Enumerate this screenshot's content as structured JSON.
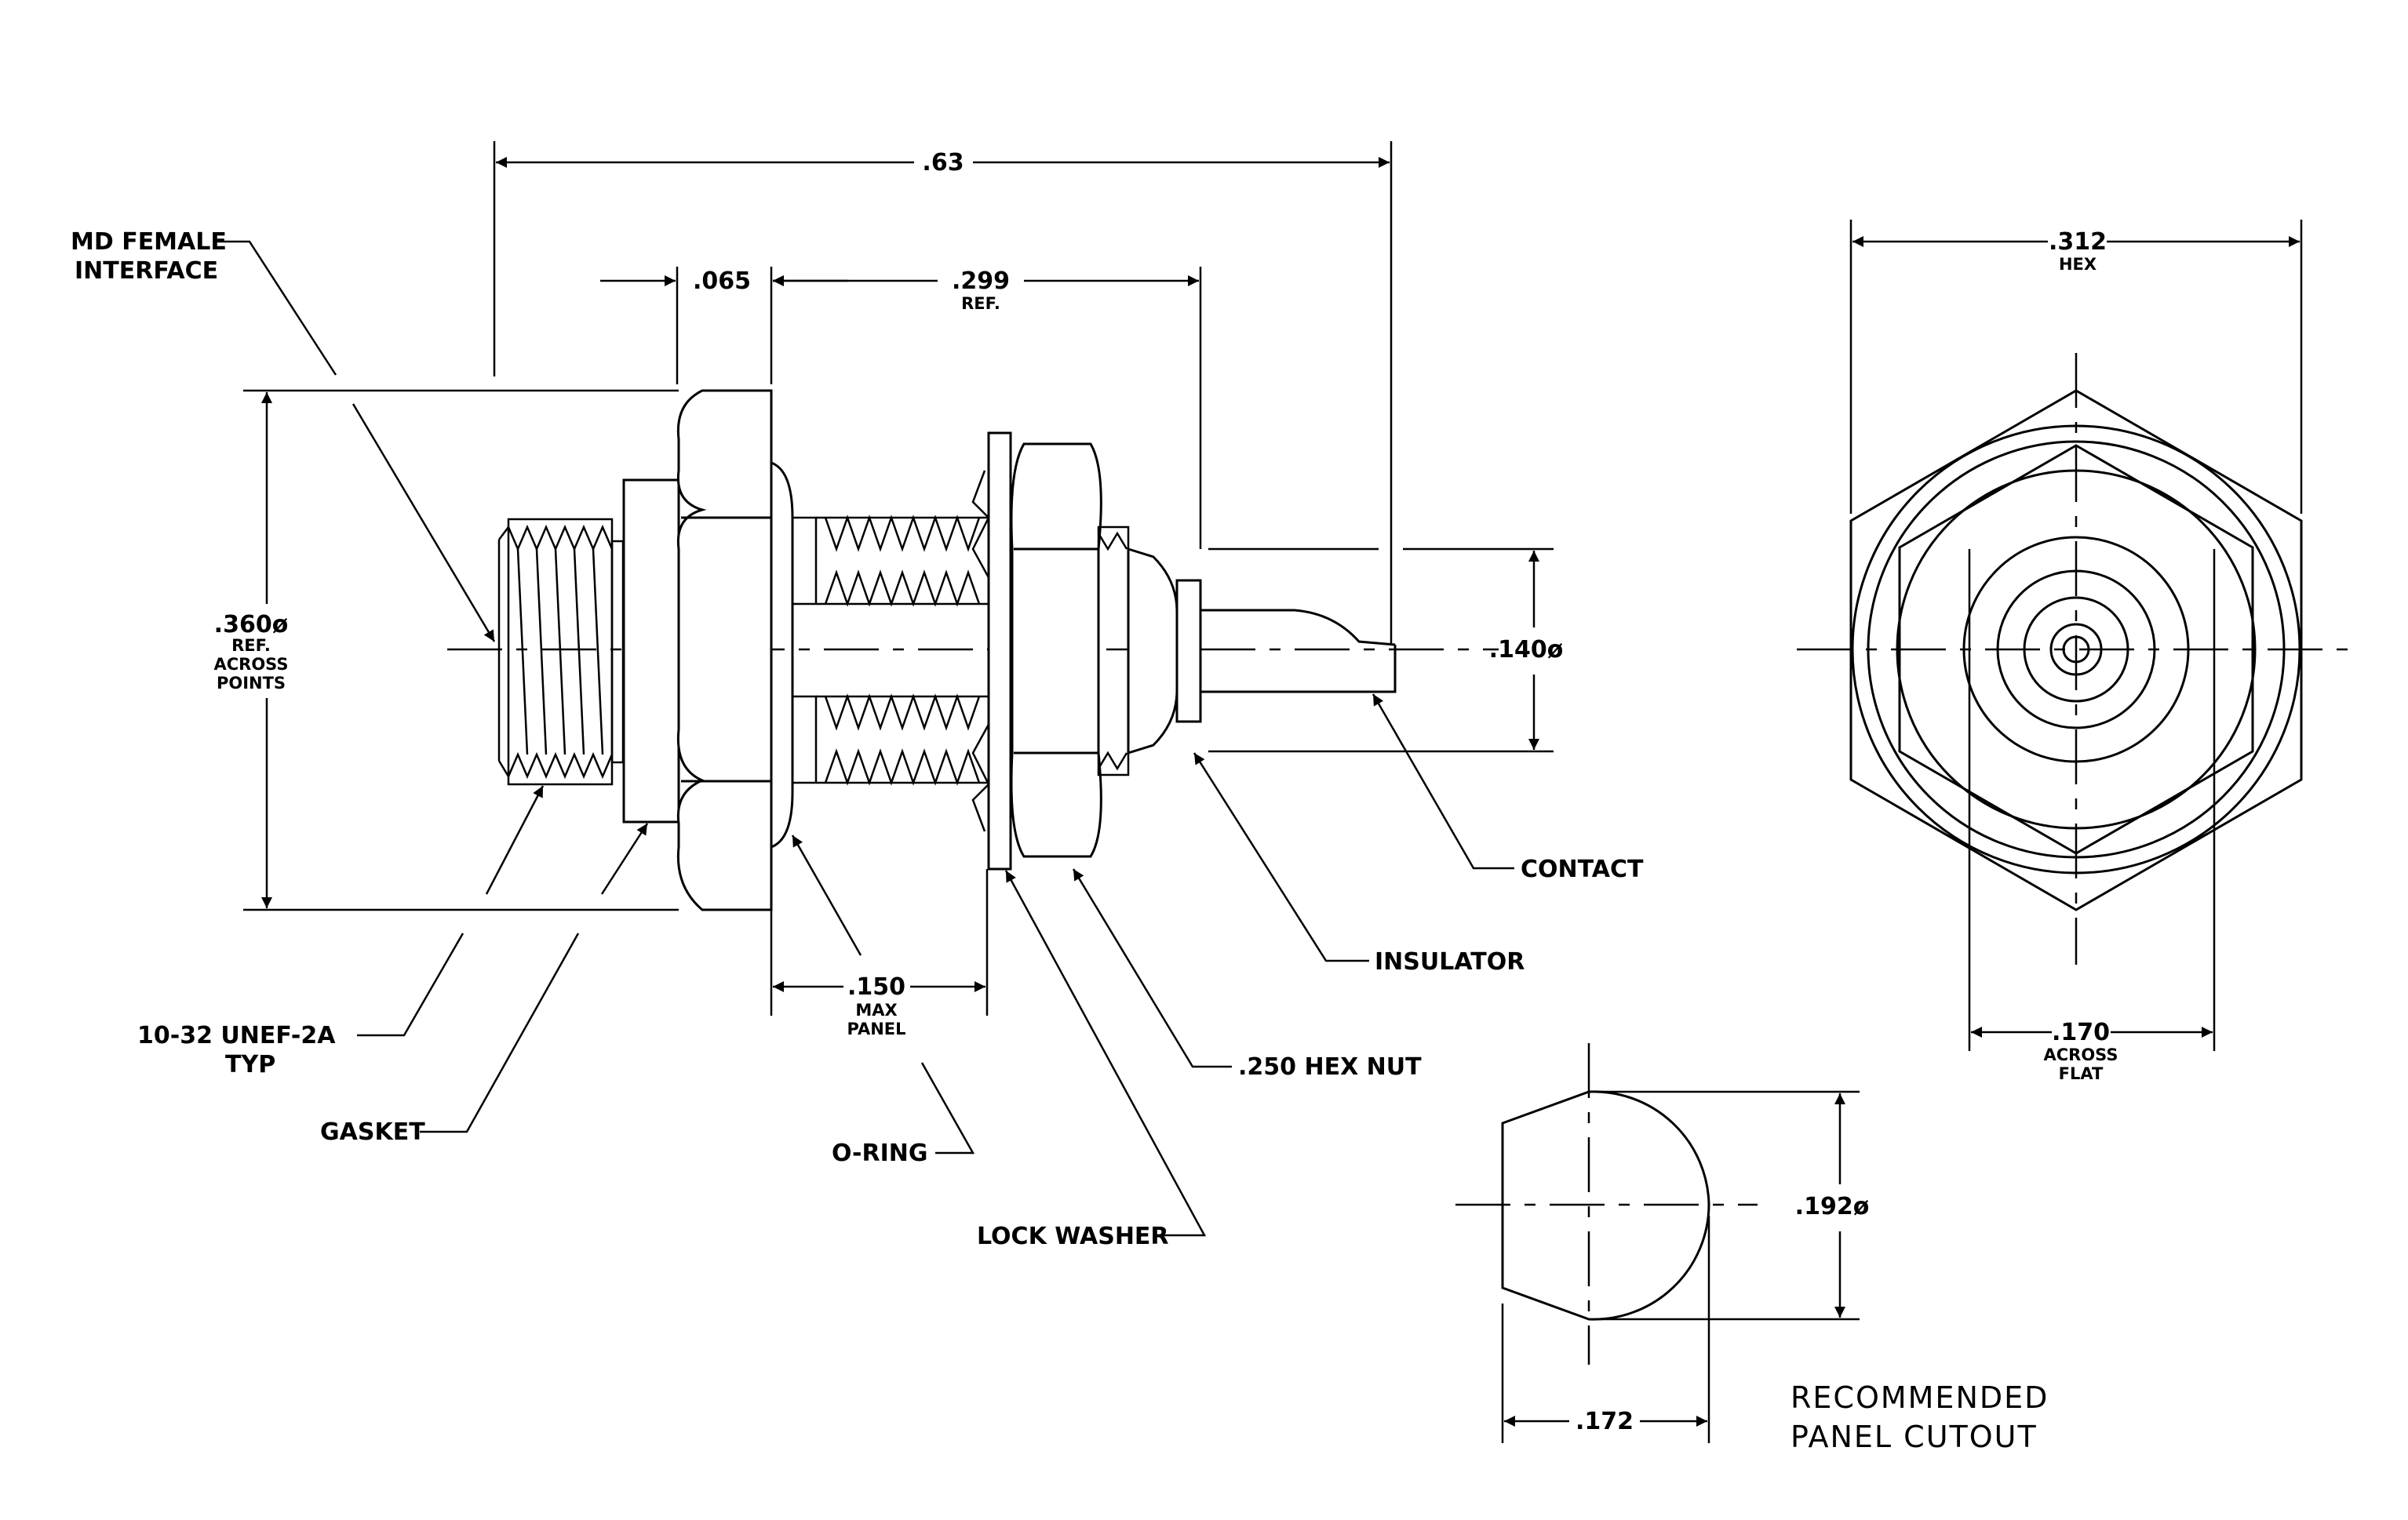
{
  "labels": {
    "md_female_interface_l1": "MD FEMALE",
    "md_female_interface_l2": "INTERFACE",
    "thread_l1": "10-32 UNEF-2A",
    "thread_l2": "TYP",
    "gasket": "GASKET",
    "o_ring": "O-RING",
    "lock_washer": "LOCK WASHER",
    "hex_nut": ".250 HEX NUT",
    "insulator": "INSULATOR",
    "contact": "CONTACT",
    "panel_cutout_l1": "RECOMMENDED",
    "panel_cutout_l2": "PANEL CUTOUT"
  },
  "dimensions": {
    "overall_length": ".63",
    "flange_thickness": ".065",
    "body_length_value": ".299",
    "body_length_note": "REF.",
    "across_points_value": ".360ø",
    "across_points_n1": "REF.",
    "across_points_n2": "ACROSS",
    "across_points_n3": "POINTS",
    "contact_diameter": ".140ø",
    "max_panel_value": ".150",
    "max_panel_n1": "MAX",
    "max_panel_n2": "PANEL",
    "hex_value": ".312",
    "hex_note": "HEX",
    "across_flat_value": ".170",
    "across_flat_n1": "ACROSS",
    "across_flat_n2": "FLAT",
    "cutout_diameter": ".192ø",
    "cutout_flat": ".172"
  }
}
